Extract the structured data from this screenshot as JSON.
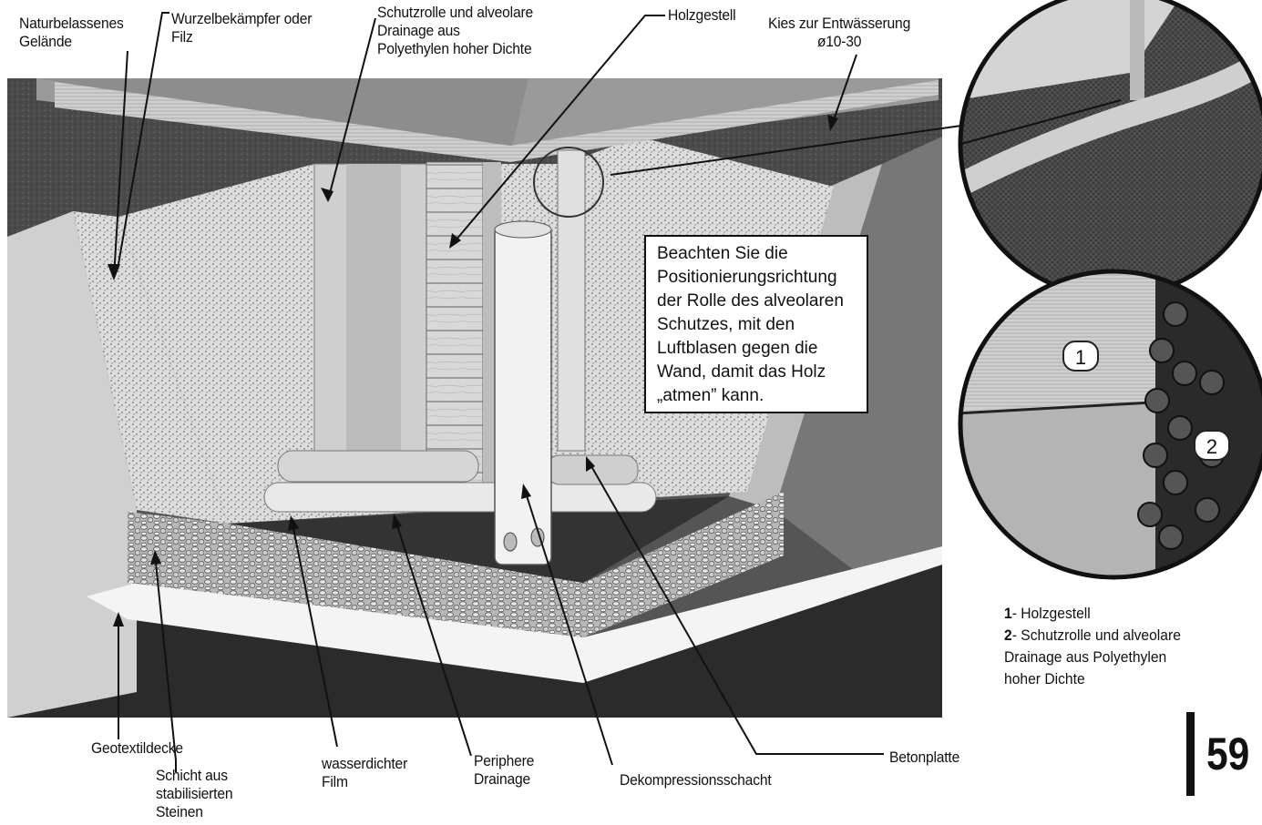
{
  "labels": {
    "naturbelassenes": "Naturbelassenes\nGelände",
    "wurzel": "Wurzelbekämpfer oder\nFilz",
    "schutzrolle": "Schutzrolle und alveolare\nDrainage aus\nPolyethylen hoher Dichte",
    "holzgestell": "Holzgestell",
    "kies": "Kies zur Entwässerung\nø10-30",
    "geotextil": "Geotextildecke",
    "schicht": "Schicht aus\nstabilisierten\nSteinen",
    "wasserdicht": "wasserdichter\nFilm",
    "peripher": "Periphere\nDrainage",
    "dekompression": "Dekompressionsschacht",
    "betonplatte": "Betonplatte"
  },
  "note": {
    "lines": [
      "Beachten Sie die",
      "Positionierungsrichtung",
      "der Rolle des alveolaren",
      "Schutzes, mit den",
      "Luftblasen gegen die",
      "Wand, damit das Holz",
      "„atmen” kann."
    ]
  },
  "legend": {
    "item1_num": "1",
    "item1_text": "- Holzgestell",
    "item2_num": "2",
    "item2_text": "- Schutzrolle und alveolare\nDrainage aus Polyethylen\nhoher Dichte"
  },
  "badges": {
    "one": "1",
    "two": "2"
  },
  "page_number": "59"
}
